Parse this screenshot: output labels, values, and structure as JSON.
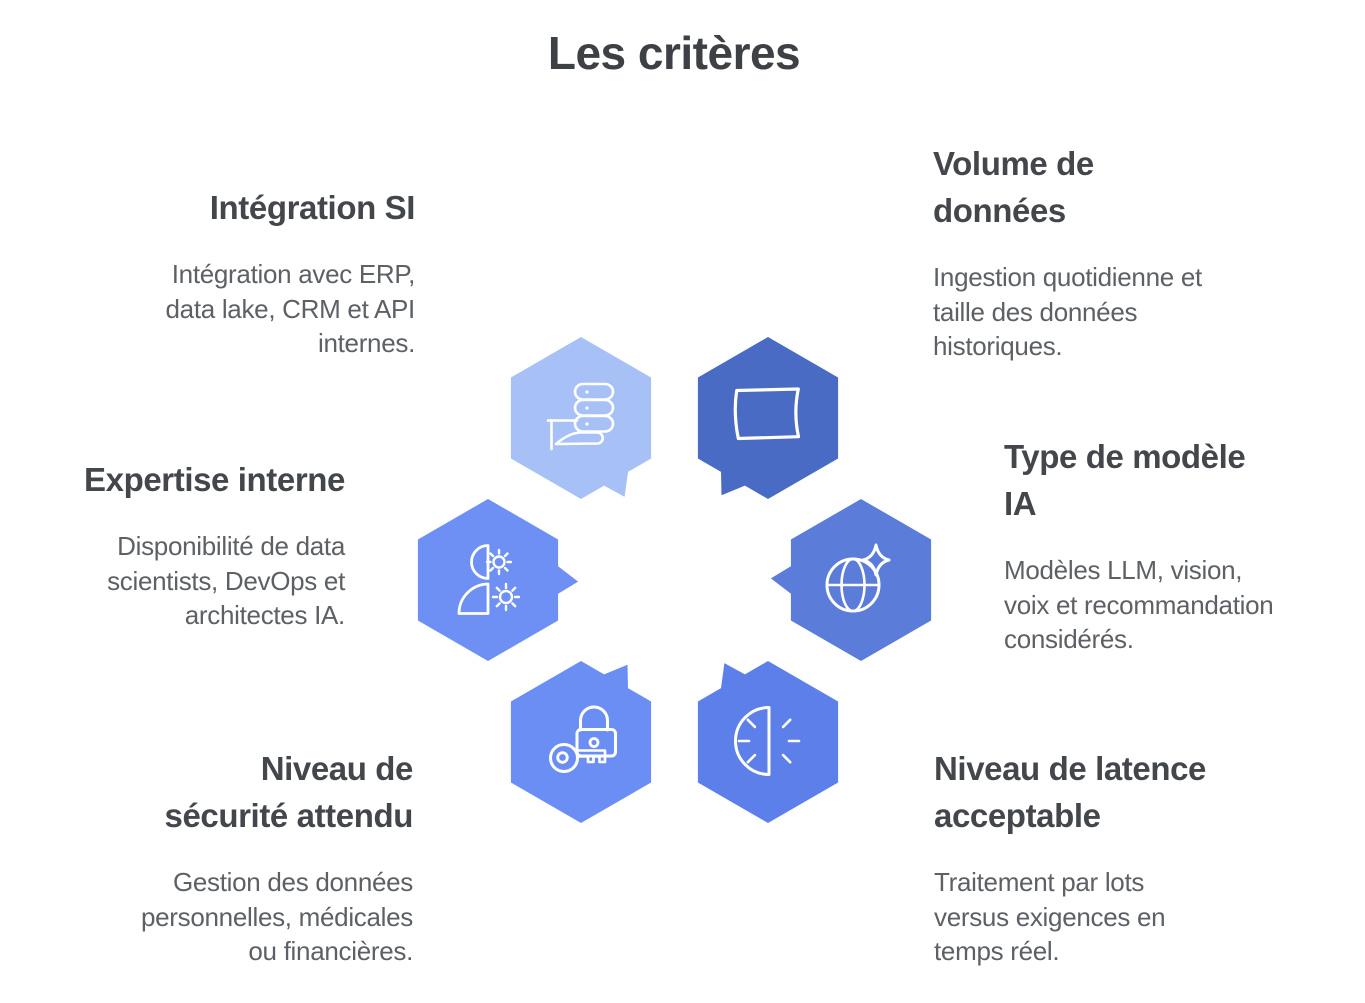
{
  "title": "Les critères",
  "criteria": [
    {
      "key": "integration-si",
      "heading": "Intégration SI",
      "description": "Intégration avec ERP,\ndata lake, CRM et API\ninternes.",
      "icon": "servers-hand-icon",
      "color": "#a7c1f7"
    },
    {
      "key": "volume-donnees",
      "heading": "Volume de\ndonnées",
      "description": "Ingestion quotidienne et\ntaille des données\nhistoriques.",
      "icon": "curved-document-icon",
      "color": "#4a6bc4"
    },
    {
      "key": "expertise-interne",
      "heading": "Expertise interne",
      "description": "Disponibilité de data\nscientists, DevOps et\narchitectes IA.",
      "icon": "person-gears-icon",
      "color": "#6e8ff3"
    },
    {
      "key": "type-modele-ia",
      "heading": "Type de modèle\nIA",
      "description": "Modèles LLM, vision,\nvoix et recommandation\nconsidérés.",
      "icon": "globe-sparkle-icon",
      "color": "#5b7cd9"
    },
    {
      "key": "niveau-securite",
      "heading": "Niveau de\nsécurité attendu",
      "description": "Gestion des données\npersonnelles, médicales\nou financières.",
      "icon": "lock-key-icon",
      "color": "#6b8ef5"
    },
    {
      "key": "niveau-latence",
      "heading": "Niveau de latence\nacceptable",
      "description": "Traitement par lots\nversus exigences en\ntemps réel.",
      "icon": "gauge-icon",
      "color": "#5c7fe9"
    }
  ],
  "style": {
    "icon_stroke": "#ffffff",
    "title_color": "#3d4145",
    "heading_color": "#43474c",
    "body_color": "#5d6166"
  }
}
